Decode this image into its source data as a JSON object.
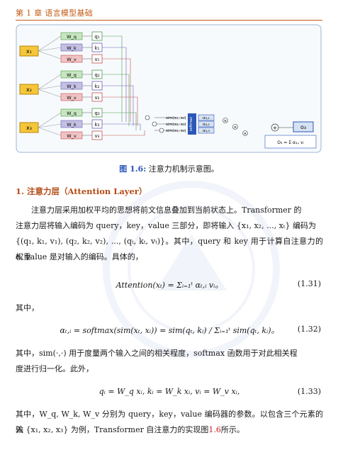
{
  "header": {
    "chapter": "第 1 章  语言模型基础"
  },
  "figure": {
    "inputs": [
      "x₁",
      "x₂",
      "x₃"
    ],
    "weights": [
      "W_q",
      "W_k",
      "W_v"
    ],
    "qs": [
      "q₁",
      "q₂",
      "q₃"
    ],
    "ks": [
      "k₁",
      "k₂",
      "k₃"
    ],
    "vs": [
      "v₁",
      "v₂",
      "v₃"
    ],
    "sims": [
      "sim(x₁, x₃)",
      "sim(x₂, x₃)",
      "sim(x₃, x₃)"
    ],
    "softmax": "softmax",
    "alphas": [
      "α₃,₁",
      "α₃,₂",
      "α₃,₃"
    ],
    "output": "o₃",
    "output_formula": "O₃ = Σ α₃,ᵢ vᵢ"
  },
  "caption": {
    "label": "图 1.6:",
    "text": " 注意力机制示意图。"
  },
  "section": {
    "title": "1. 注意力层（Attention Layer）"
  },
  "para1": {
    "line1": "注意力层采用加权平均的思想将前文信息叠加到当前状态上。Transformer 的",
    "line2": "注意力层将输入编码为 query，key，value 三部分，即将输入 {x₁, x₂, ..., xₜ} 编码为",
    "line3": "{(q₁, k₁, v₁), (q₂, k₂, v₂), ..., (qₜ, kₜ, vₜ)}。其中，query 和 key 用于计算自注意力的权重",
    "line4": "α, value 是对输入的编码。具体的，"
  },
  "eq131": {
    "text": "Attention(xₜ) = Σᵢ₌₁ᵗ αₜ,ᵢ vᵢ。",
    "num": "(1.31)"
  },
  "qizhong1": "其中，",
  "eq132": {
    "text": "αₜ,ᵢ = softmax(sim(xₜ, xᵢ)) = sim(qₜ, kᵢ) / Σᵢ₌₁ᵗ sim(qₜ, kᵢ)。",
    "num": "(1.32)"
  },
  "para2": {
    "line1": "其中，sim(·,·) 用于度量两个输入之间的相关程度，softmax 函数用于对此相关程",
    "line2": "度进行归一化。此外，"
  },
  "eq133": {
    "text": "qᵢ = W_q xᵢ,   kᵢ = W_k xᵢ,   vᵢ = W_v xᵢ,",
    "num": "(1.33)"
  },
  "para3": {
    "line1": "其中，W_q, W_k, W_v 分别为 query，key，value 编码器的参数。以包含三个元素的输",
    "line2a": "入 {x₁, x₂, x₃} 为例，Transformer 自注意力的实现图",
    "line2ref": "1.6",
    "line2b": "所示。"
  },
  "colors": {
    "accent": "#c25b17",
    "link": "#2a57b8",
    "input": "#f5c53a",
    "wq": "#c7e6c0",
    "wk": "#c4bfe3",
    "wv": "#f0c3c3"
  }
}
